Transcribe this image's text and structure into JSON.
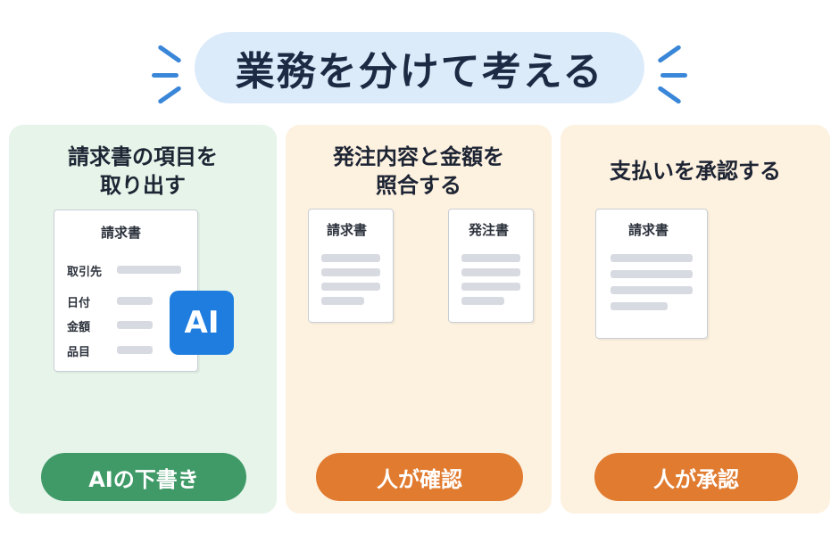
{
  "title": "業務を分けて考える",
  "colors": {
    "accent_blue": "#1f7de0",
    "green": "#3f9a67",
    "orange": "#e07b30"
  },
  "steps": [
    {
      "heading_line1": "請求書の項目を",
      "heading_line2": "取り出す",
      "doc_title": "請求書",
      "fields": [
        "取引先",
        "日付",
        "金額",
        "品目"
      ],
      "badge": "AI",
      "pill": "AIの下書き",
      "icons": [
        "document-icon",
        "ai-badge-icon",
        "robot-icon",
        "laptop-icon"
      ]
    },
    {
      "heading_line1": "発注内容と金額を",
      "heading_line2": "照合する",
      "doc_left_title": "請求書",
      "doc_right_title": "発注書",
      "pill": "人が確認",
      "icons": [
        "document-icon",
        "compare-arrow-icon",
        "person-icon",
        "laptop-icon"
      ]
    },
    {
      "heading": "支払いを承認する",
      "doc_title": "請求書",
      "pill": "人が承認",
      "icons": [
        "document-icon",
        "check-circle-icon",
        "person-icon",
        "laptop-icon"
      ]
    }
  ]
}
